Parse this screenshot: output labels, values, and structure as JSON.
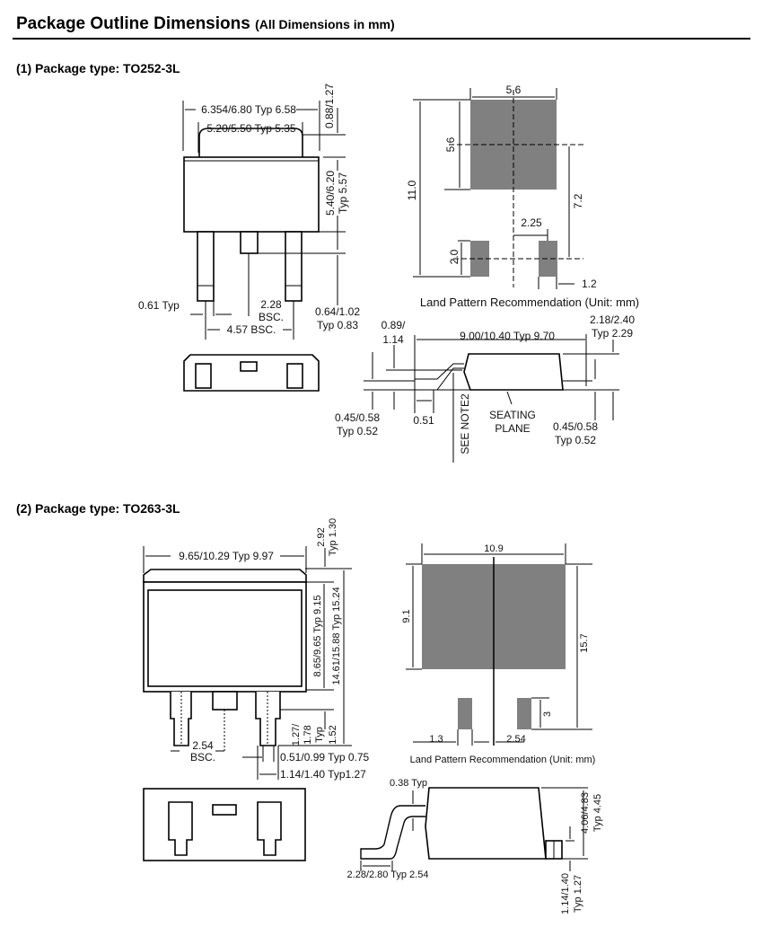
{
  "header": {
    "title": "Package Outline Dimensions",
    "subtitle": "(All Dimensions in mm)"
  },
  "sections": [
    {
      "heading": "(1)  Package type: TO252-3L",
      "top_view": {
        "overall_width": "6.354/6.80 Typ 6.58",
        "tab_width": "5.20/5.50 Typ 5.35",
        "tab_height": "0.88/1.27",
        "body_length_1": "5.40/6.20",
        "body_length_2": "Typ 5.57",
        "lead_width": "0.61 Typ",
        "pitch_1": "2.28",
        "pitch_2": "BSC.",
        "span": "4.57 BSC.",
        "lead_length_1": "0.64/1.02",
        "lead_length_2": "Typ 0.83"
      },
      "land_pattern": {
        "pad_width": "5.6",
        "pad_height": "5.6",
        "total_height": "11.0",
        "center_distance": "7.2",
        "lead_pitch": "2.25",
        "lead_pad_height": "2.0",
        "lead_pad_width": "1.2",
        "caption": "Land Pattern Recommendation (Unit: mm)"
      },
      "side_view": {
        "lead_offset_1": "0.89/",
        "lead_offset_2": "1.14",
        "body_length": "9.00/10.40 Typ 9.70",
        "height_1": "2.18/2.40",
        "height_2": "Typ 2.29",
        "lead_thk_1": "0.45/0.58",
        "lead_thk_2": "Typ 0.52",
        "foot": "0.51",
        "note": "SEE NOTE2",
        "seating_1": "SEATING",
        "seating_2": "PLANE",
        "tab_thk_1": "0.45/0.58",
        "tab_thk_2": "Typ 0.52"
      }
    },
    {
      "heading": "(2)  Package type: TO263-3L",
      "top_view": {
        "overall_width": "9.65/10.29 Typ 9.97",
        "tab_1": "2.92",
        "tab_2": "Typ 1.30",
        "body_length": "8.65/9.65 Typ 9.15",
        "overall_length": "14.61/15.88 Typ 15.24",
        "lead_len_1": "1.27/",
        "lead_len_2": "1.78",
        "lead_len_3": "Typ",
        "lead_len_4": "1.52",
        "pitch_1": "2.54",
        "pitch_2": "BSC.",
        "lead_width": "0.51/0.99 Typ 0.75",
        "shoulder_width": "1.14/1.40 Typ1.27"
      },
      "land_pattern": {
        "pad_width": "10.9",
        "pad_height": "9.1",
        "total_height": "15.7",
        "lead_pad_height": "3",
        "lead_pad_width": "1.3",
        "lead_pitch": "2.54",
        "caption": "Land Pattern Recommendation (Unit: mm)"
      },
      "side_view": {
        "lead_thk": "0.38 Typ",
        "foot": "2.28/2.80 Typ 2.54",
        "height_1": "4.06/4.83",
        "height_2": "Typ 4.45",
        "tab_1": "1.14/1.40",
        "tab_2": "Typ 1.27"
      }
    }
  ]
}
